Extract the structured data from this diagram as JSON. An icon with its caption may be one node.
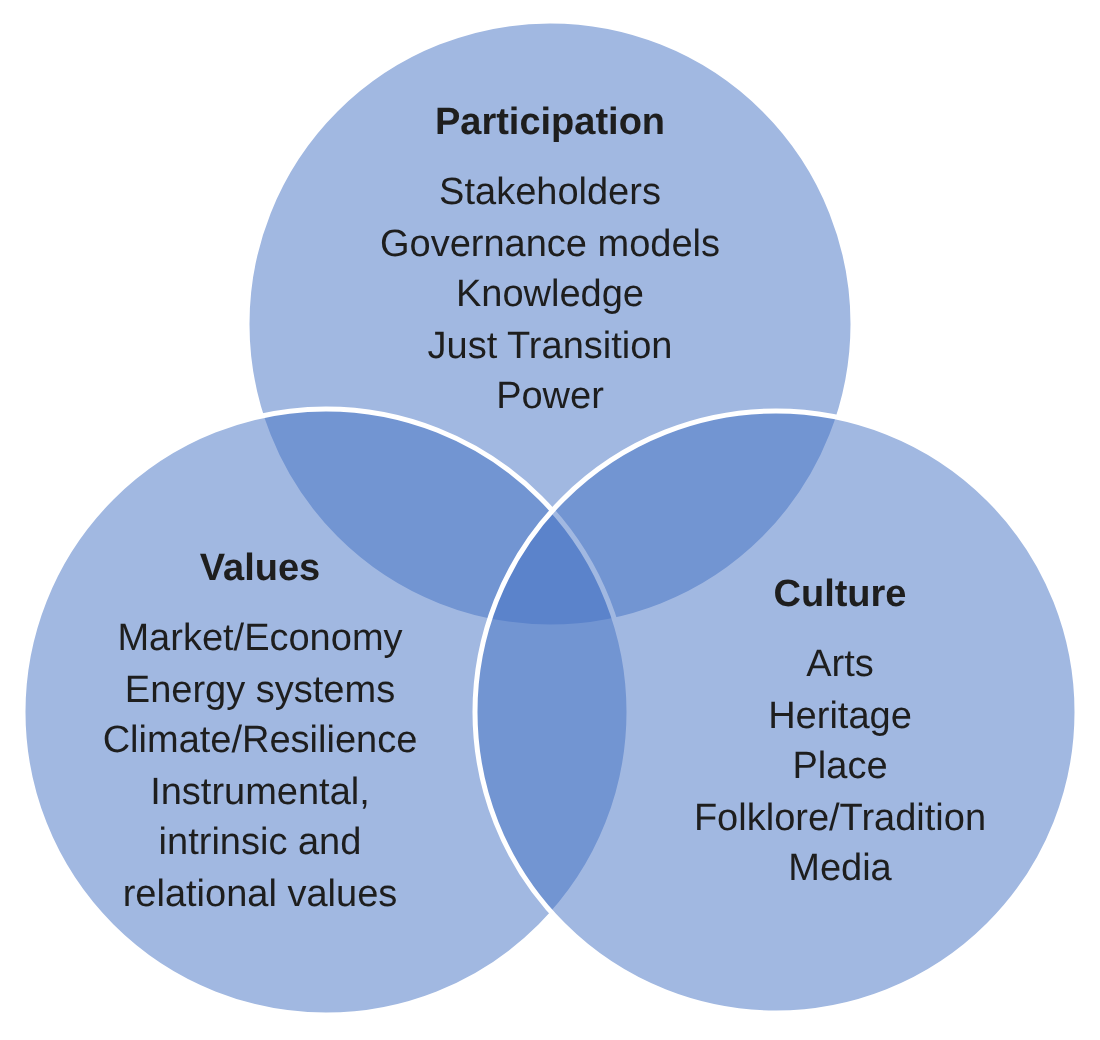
{
  "diagram": {
    "nodes": [
      {
        "text": [
          "Participation",
          "Stakeholders",
          "Governance models",
          "Knowledge",
          "Just Transition",
          "Power"
        ]
      },
      {
        "text": [
          "Values",
          "Market/Economy",
          "Energy systems",
          "Climate/Resilience",
          "Instrumental, intrinsic and relational values"
        ]
      },
      {
        "text": [
          "Culture",
          "Arts",
          "Heritage",
          "Place",
          "Folklore/Tradition",
          "Media"
        ]
      }
    ]
  }
}
